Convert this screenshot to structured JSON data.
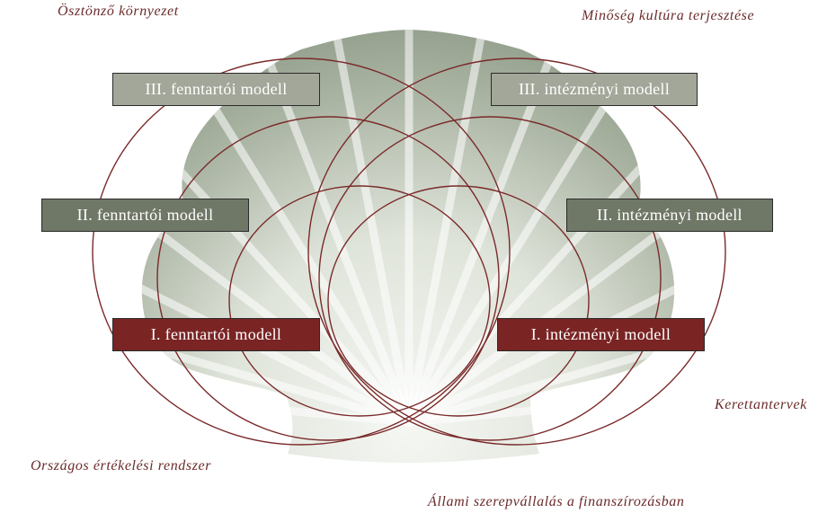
{
  "colors": {
    "circle_stroke": "#7a2a2a",
    "level_3_fill": "#a3a799",
    "level_2_fill": "#6f7766",
    "level_1_fill": "#7a2424",
    "corner_text": "#6b2a2a",
    "shell_base": "#9aa594",
    "shell_light": "#f2f4f0"
  },
  "icons": {
    "background": "scallop-shell-icon"
  },
  "corners": {
    "top_left": "Ösztönző környezet",
    "top_right": "Minőség kultúra terjesztése",
    "right": "Kerettantervek",
    "bottom_left": "Országos értékelési rendszer",
    "bottom": "Állami szerepvállalás a finanszírozásban"
  },
  "models": {
    "fenntartoi": {
      "level_3": "III. fenntartói modell",
      "level_2": "II. fenntartói modell",
      "level_1": "I. fenntartói modell"
    },
    "intezmenyi": {
      "level_3": "III. intézményi modell",
      "level_2": "II. intézményi modell",
      "level_1": "I. intézményi modell"
    }
  }
}
